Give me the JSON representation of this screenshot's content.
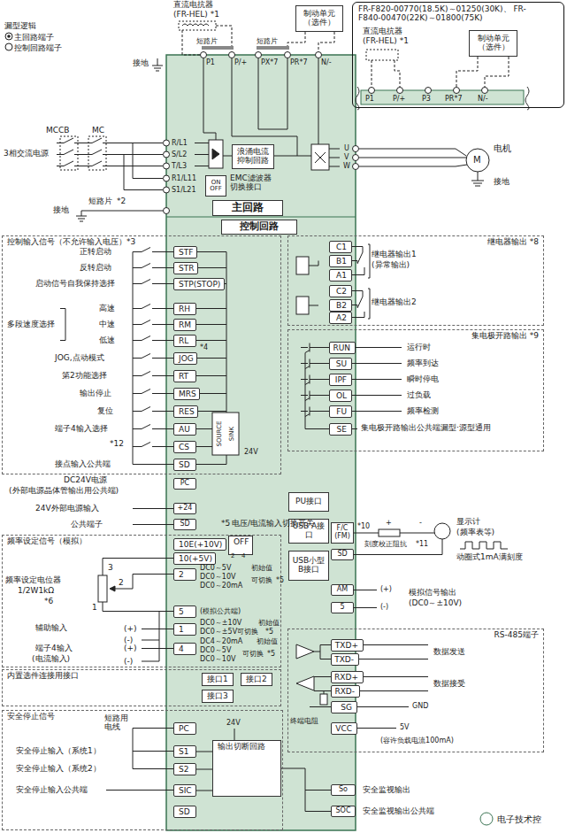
{
  "diagram": {
    "nodes": [
      {
        "text": [
          "FR-F820-00770(18.5K)～01250(30K)、 FR-F840-00470(22K)～01800(75K)"
        ]
      },
      {
        "text": [
          "制动单元（选件）"
        ],
        "in": 0
      },
      {
        "text": [
          "制动单元（选件）"
        ]
      },
      {
        "text": [
          "浪涌电流抑制回路"
        ]
      },
      {
        "text": [
          "ON",
          "OFF"
        ]
      },
      {
        "text": [
          "主回路"
        ]
      },
      {
        "text": [
          "控制回路"
        ]
      },
      {
        "text": [
          "控制输入信号（不允许输入电压）*3"
        ]
      },
      {
        "text": [
          "STF"
        ],
        "in": 7
      },
      {
        "text": [
          "STR"
        ],
        "in": 7
      },
      {
        "text": [
          "STP(STOP)"
        ],
        "in": 7
      },
      {
        "text": [
          "RH"
        ],
        "in": 7
      },
      {
        "text": [
          "RM"
        ],
        "in": 7
      },
      {
        "text": [
          "RL"
        ],
        "in": 7
      },
      {
        "text": [
          "JOG"
        ],
        "in": 7
      },
      {
        "text": [
          "RT"
        ],
        "in": 7
      },
      {
        "text": [
          "MRS"
        ],
        "in": 7
      },
      {
        "text": [
          "RES"
        ],
        "in": 7
      },
      {
        "text": [
          "AU"
        ],
        "in": 7
      },
      {
        "text": [
          "CS"
        ],
        "in": 7
      },
      {
        "text": [
          "SD"
        ],
        "in": 7
      },
      {
        "text": [
          "PC"
        ]
      },
      {
        "text": [
          "继电器输出 *8"
        ]
      },
      {
        "text": [
          "C1"
        ],
        "in": 22
      },
      {
        "text": [
          "B1"
        ],
        "in": 22
      },
      {
        "text": [
          "A1"
        ],
        "in": 22
      },
      {
        "text": [
          "C2"
        ],
        "in": 22
      },
      {
        "text": [
          "B2"
        ],
        "in": 22
      },
      {
        "text": [
          "A2"
        ],
        "in": 22
      },
      {
        "text": [
          "集电极开路输出 *9"
        ]
      },
      {
        "text": [
          "RUN"
        ],
        "in": 29
      },
      {
        "text": [
          "SU"
        ],
        "in": 29
      },
      {
        "text": [
          "IPF"
        ],
        "in": 29
      },
      {
        "text": [
          "OL"
        ],
        "in": 29
      },
      {
        "text": [
          "FU"
        ],
        "in": 29
      },
      {
        "text": [
          "SE"
        ],
        "in": 29
      },
      {
        "text": [
          "+24"
        ]
      },
      {
        "text": [
          "SD"
        ]
      },
      {
        "text": [
          "频率设定信号（模拟）"
        ]
      },
      {
        "text": [
          "10E(+10V)"
        ],
        "in": 38
      },
      {
        "text": [
          "10(+5V)"
        ],
        "in": 38
      },
      {
        "text": [
          "2"
        ],
        "in": 38
      },
      {
        "text": [
          "5"
        ],
        "in": 38
      },
      {
        "text": [
          "1"
        ],
        "in": 38
      },
      {
        "text": [
          "4"
        ],
        "in": 38
      },
      {
        "text": [
          "ON",
          "OFF"
        ],
        "in": 38
      },
      {
        "text": [
          "PU接口"
        ]
      },
      {
        "text": [
          "USB A接口"
        ]
      },
      {
        "text": [
          "USB小型B接口"
        ]
      },
      {
        "text": [
          "F/C (FM)"
        ]
      },
      {
        "text": [
          "SD"
        ]
      },
      {
        "text": [
          "AM"
        ]
      },
      {
        "text": [
          "5"
        ]
      },
      {
        "text": [
          "RS-485端子"
        ]
      },
      {
        "text": [
          "TXD+"
        ],
        "in": 53
      },
      {
        "text": [
          "TXD-"
        ],
        "in": 53
      },
      {
        "text": [
          "RXD+"
        ],
        "in": 53
      },
      {
        "text": [
          "RXD-"
        ],
        "in": 53
      },
      {
        "text": [
          "SG"
        ],
        "in": 53
      },
      {
        "text": [
          "VCC"
        ],
        "in": 53
      },
      {
        "text": [
          "内置选件连接用接口"
        ]
      },
      {
        "text": [
          "接口1"
        ],
        "in": 60
      },
      {
        "text": [
          "接口2"
        ],
        "in": 60
      },
      {
        "text": [
          "接口3"
        ],
        "in": 60
      },
      {
        "text": [
          "安全停止信号"
        ]
      },
      {
        "text": [
          "PC"
        ],
        "in": 64
      },
      {
        "text": [
          "S1"
        ],
        "in": 64
      },
      {
        "text": [
          "S2"
        ],
        "in": 64
      },
      {
        "text": [
          "SIC"
        ],
        "in": 64
      },
      {
        "text": [
          "SD"
        ],
        "in": 64
      },
      {
        "text": [
          "输出切断回路"
        ],
        "in": 64
      },
      {
        "text": [
          "So"
        ]
      },
      {
        "text": [
          "SOC"
        ]
      }
    ],
    "edges": [
      {
        "from": 66,
        "to": 70,
        "arrow": "none"
      },
      {
        "from": 67,
        "to": 70,
        "arrow": "none"
      },
      {
        "from": 68,
        "to": 70,
        "arrow": "none"
      }
    ],
    "labels": [
      "漏型逻辑",
      "MCCB",
      "MC",
      "3相交流电源",
      "短路片",
      "*2",
      "接地",
      "R/L1",
      "S/L2",
      "T/L3",
      "R1/L11",
      "S1/L21",
      "U",
      "V",
      "W",
      "M",
      "电机",
      "接地",
      "直流电抗器",
      "(FR-HEL) *1",
      "短路片",
      "短路片",
      "接地",
      "P1",
      "P/+",
      "PX*7",
      "PR*7",
      "N/-",
      "直流电抗器",
      "(FR-HEL) *1",
      "P1",
      "P/+",
      "P3",
      "PR*7",
      "N/-",
      "EMC滤波器切换接口",
      "正转启动",
      "反转启动",
      "启动信号自我保持选择",
      "多段速度选择",
      "高速",
      "中速",
      "低速",
      "JOG,点动模式",
      "*4",
      "第2功能选择",
      "输出停止",
      "复位",
      "端子4输入选择",
      "*12",
      "接点输入公共端",
      "SOURCE",
      "SINK",
      "24V",
      "DC24V电源",
      "(外部电源晶体管输出用公共端)",
      "24V外部电源输入",
      "公共端子",
      "*5",
      "电压/电流输入切换开关",
      "2",
      "4",
      "DC0～5V",
      "DC0～10V",
      "DC0～20mA",
      "初始值",
      "可切换",
      "*5",
      "(模拟公共端)",
      "DC0～±10V",
      "初始值",
      "DC0～±5V可切换",
      "*5",
      "DC4～20mA",
      "初始值",
      "DC0～5V",
      "DC0～10V",
      "可切换",
      "*5",
      "频率设定电位器",
      "1/2W1kΩ",
      "*6",
      "3",
      "2",
      "1",
      "辅助输入",
      "(+)",
      "(-)",
      "端子4输入",
      "(电流输入)",
      "(+)",
      "(-)",
      "短路用电线",
      "安全停止输入（系统1）",
      "安全停止输入（系统2）",
      "安全停止输入公共端",
      "24V",
      "安全监视输出",
      "安全监视输出公共端",
      "继电器输出1",
      "(异常输出)",
      "继电器输出2",
      "运行时",
      "频率到达",
      "瞬时停电",
      "过负载",
      "频率检测",
      "集电极开路输出公共端漏型·源型通用",
      "*10",
      "+",
      "-",
      "刻度校正阻抗",
      "*11",
      "显示计",
      "(频率表等)",
      "动圈式1mA满刻度",
      "(+)",
      "(-)",
      "模拟信号输出",
      "(DC0～±10V)",
      "数据发送",
      "数据接受",
      "GND",
      "终端电阻",
      "5V",
      "(容许负载电流100mA)",
      "电子技术控"
    ],
    "legend": [
      {
        "text": "主回路端子"
      },
      {
        "text": "控制回路端子"
      }
    ]
  }
}
